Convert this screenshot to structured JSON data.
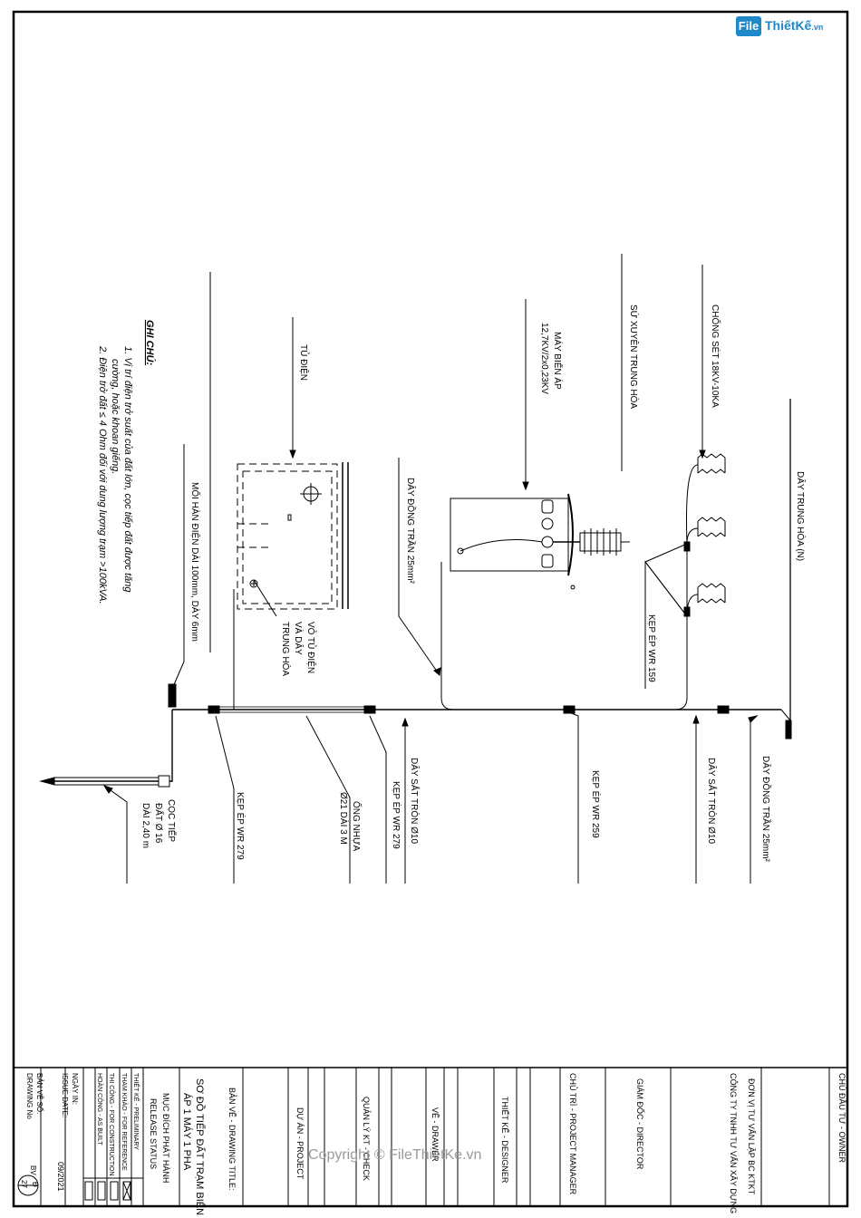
{
  "logo": {
    "mark": "File",
    "name": "ThiếtKế",
    "tld": ".vn"
  },
  "watermark": "Copyright © FileThietKe.vn",
  "notes": {
    "title": "GHI CHÚ:",
    "line1": "1. Vị trí điện trở suất của đất lớn, cọc tiếp đất được tăng",
    "line1b": "cường, hoặc khoan giếng.",
    "line2": "2. Điện trở đất ≤ 4 Ohm đối với dung lượng trạm >100kVA."
  },
  "labels": {
    "day_trung_hoa": "DÂY TRUNG HÒA (N)",
    "chong_set": "CHỐNG SÉT 18KV-10KA",
    "su_xuyen": "SỨ XUYÊN TRUNG HÒA",
    "may_bien_ap": "MÁY BIẾN ÁP",
    "may_bien_ap_rating": "12,7KV/2x0,23KV",
    "tu_dien": "TỦ ĐIỆN",
    "day_dong_tran_top": "DÂY ĐỒNG TRẦN 25mm²",
    "kep_ep_wr159": "KẸP ÉP WR 159",
    "vo_tu_1": "VỎ TỦ ĐIỆN",
    "vo_tu_2": "VÀ DÂY",
    "vo_tu_3": "TRUNG HÒA",
    "moi_han": "MỐI HÀN ĐIỆN DÀI 100mm, DÀY 6mm",
    "day_dong_tran_bottom": "DÂY ĐỒNG TRẦN 25mm²",
    "day_sat_tron_right": "DÂY SẮT TRÒN Ø10",
    "kep_ep_wr259": "KẸP ÉP WR 259",
    "day_sat_tron_mid": "DÂY SẮT TRÒN Ø10",
    "kep_ep_wr279_mid": "KẸP ÉP WR 279",
    "ong_nhua_1": "ỐNG NHỰA",
    "ong_nhua_2": "Ø21 DÀI 3 M",
    "kep_ep_wr279_left": "KẸP ÉP WR 279",
    "coc_tiep_1": "CỌC TIẾP",
    "coc_tiep_2": "ĐẤT Ø 16",
    "coc_tiep_3": "DÀI 2,40 m"
  },
  "title_block": {
    "owner": "CHỦ ĐẦU TƯ - OWNER",
    "consultant_1": "ĐƠN VỊ TƯ VẤN LẬP BC KTKT",
    "consultant_2": "CÔNG TY TNHH TƯ VẤN XÂY DỰNG",
    "director": "GIÁM ĐỐC - DIRECTOR",
    "project_manager": "CHỦ TRÌ - PROJECT MANAGER",
    "designer": "THIẾT KẾ - DESIGNER",
    "drawer": "VẼ - DRAWER",
    "check": "QUẢN LÝ KT - CHECK",
    "project": "DỰ ÁN - PROJECT",
    "drawing_title_label": "BẢN VẼ - DRAWING TITLE:",
    "drawing_title_1": "SƠ ĐỒ TIẾP ĐẤT TRẠM BIẾN",
    "drawing_title_2": "ÁP 1 MÁY 1 PHA",
    "release_1": "MỤC ĐÍCH PHÁT HÀNH",
    "release_2": "RELEASE STATUS",
    "status_preliminary": "THIẾT KẾ - PRELIMINARY",
    "status_reference": "THAM KHẢO - FOR REFERENCE",
    "status_construction": "THI CÔNG - FOR CONSTRUCTION",
    "status_as_built": "HOÀN CÔNG - AS BUILT",
    "issue_date_label_1": "NGÀY IN:",
    "issue_date_label_2": "ISSUE DATE:",
    "issue_date": "09/2021",
    "drawing_no_label_1": "BẢN VẼ SỐ:",
    "drawing_no_label_2": "DRAWING No",
    "drawing_no_prefix": "BV",
    "drawing_no_top": "Đ",
    "drawing_no_bottom": "27"
  },
  "colors": {
    "line": "#000000",
    "logo": "#1e88c8",
    "watermark": "#9a9a9a"
  }
}
